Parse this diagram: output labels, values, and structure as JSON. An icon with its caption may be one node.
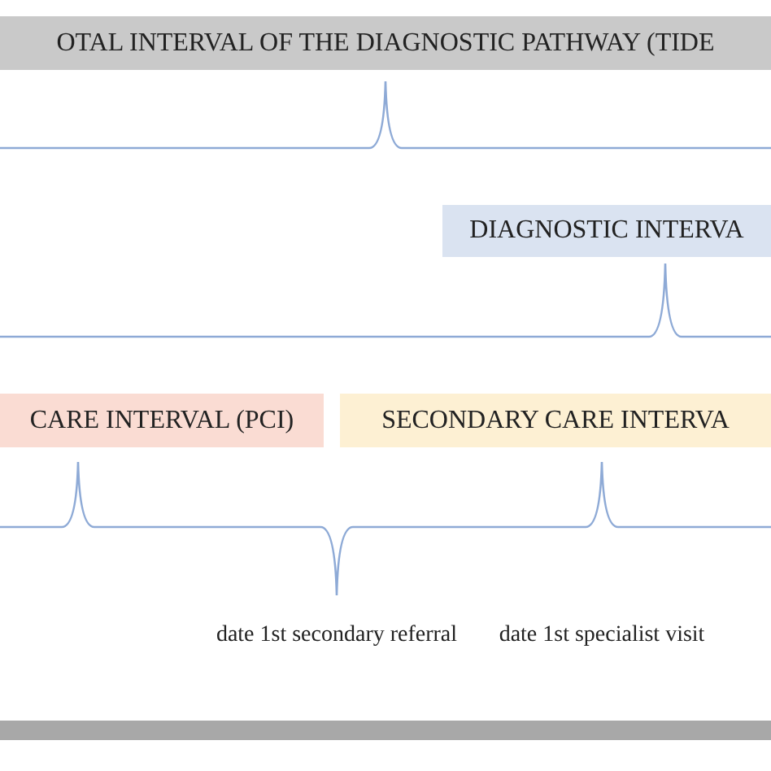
{
  "diagram": {
    "nodes": [
      {
        "text": [
          "OTAL INTERVAL OF THE DIAGNOSTIC PATHWAY (TIDE"
        ]
      },
      {
        "text": [
          "DIAGNOSTIC INTERVA"
        ]
      },
      {
        "text": [
          "CARE INTERVAL (PCI)"
        ]
      },
      {
        "text": [
          "SECONDARY CARE INTERVA"
        ]
      }
    ],
    "labels": [
      "date 1st secondary referral",
      "date 1st specialist visit"
    ]
  }
}
